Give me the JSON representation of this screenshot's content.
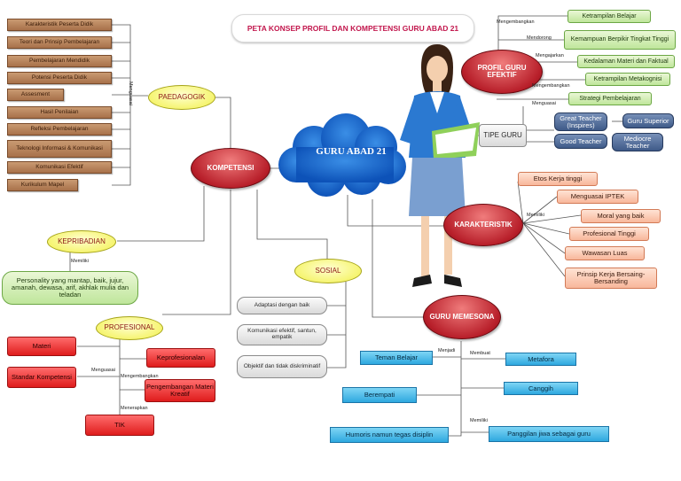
{
  "title": "PETA KONSEP PROFIL DAN KOMPETENSI GURU ABAD 21",
  "center": "GURU ABAD 21",
  "nodes": {
    "kompetensi": "KOMPETENSI",
    "paedagogik": "PAEDAGOGIK",
    "kepribadian": "KEPRIBADIAN",
    "sosial": "SOSIAL",
    "profesional": "PROFESIONAL",
    "profil": "PROFIL GURU EFEKTIF",
    "tipe": "TIPE GURU",
    "karakteristik": "KARAKTERISTIK",
    "memesona": "GURU MEMESONA"
  },
  "paedagogik_items": [
    "Karakteristik Peserta Didik",
    "Teori dan Prinsip Pembelajaran",
    "Pembelajaran Mendidik",
    "Potensi Peserta Didik",
    "Assesment",
    "Hasil Penilaian",
    "Refleksi Pembelajaran",
    "Teknologi Informasi & Komunikasi",
    "Komunikasi Efektif",
    "Kurikulum Mapel"
  ],
  "kepribadian_item": "Personality yang mantap, baik, jujur, amanah, dewasa, arif, akhlak mulia dan teladan",
  "sosial_items": [
    "Adaptasi dengan baik",
    "Komunikasi efektif, santun, empatik",
    "Objektif dan tidak diskriminatif"
  ],
  "profesional_items": {
    "materi": "Materi",
    "standar": "Standar Kompetensi",
    "keprofesionalan": "Keprofesionalan",
    "pengembangan": "Pengembangan Materi Kreatif",
    "tik": "TIK"
  },
  "profil_items": [
    "Ketrampilan Belajar",
    "Kemampuan Berpikir Tingkat Tinggi",
    "Kedalaman Materi dan Faktual",
    "Ketrampilan Metakognisi",
    "Strategi Pembelajaran"
  ],
  "tipe_items": {
    "great": "Great Teacher (Inspires)",
    "good": "Good Teacher",
    "superior": "Guru Superior",
    "mediocre": "Mediocre Teacher"
  },
  "karakteristik_items": [
    "Etos Kerja tinggi",
    "Menguasai IPTEK",
    "Moral yang baik",
    "Profesional Tinggi",
    "Wawasan Luas",
    "Prinsip Kerja Bersaing-Bersanding"
  ],
  "memesona_items": {
    "teman": "Teman Belajar",
    "berempati": "Berempati",
    "humoris": "Humoris namun tegas disiplin",
    "metafora": "Metafora",
    "canggih": "Canggih",
    "panggilan": "Panggilan jiwa sebagai guru"
  },
  "links": {
    "menguasai": "Menguasai",
    "memiliki": "Memiliki",
    "mengembangkan": "Mengembangkan",
    "menerapkan": "Menerapkan",
    "mendorong": "Mendorong",
    "mengajarkan": "Mengajarkan",
    "menjadi": "Menjadi",
    "membuat": "Membuat"
  }
}
